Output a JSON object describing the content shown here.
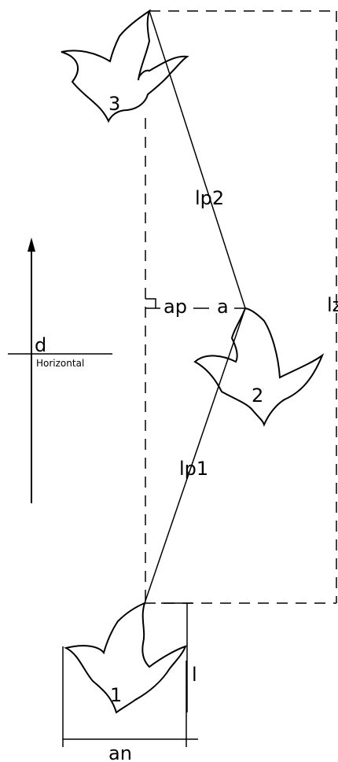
{
  "labels": {
    "footprint_1": "1",
    "footprint_2": "2",
    "footprint_3": "3",
    "lp1": "lp1",
    "lp2": "lp2",
    "lz": "lz",
    "ap": "ap",
    "a": "a",
    "d": "d",
    "horizontal": "Horizontal",
    "an": "an",
    "l": "l"
  },
  "colors": {
    "stroke": "#000000",
    "background": "#ffffff"
  }
}
